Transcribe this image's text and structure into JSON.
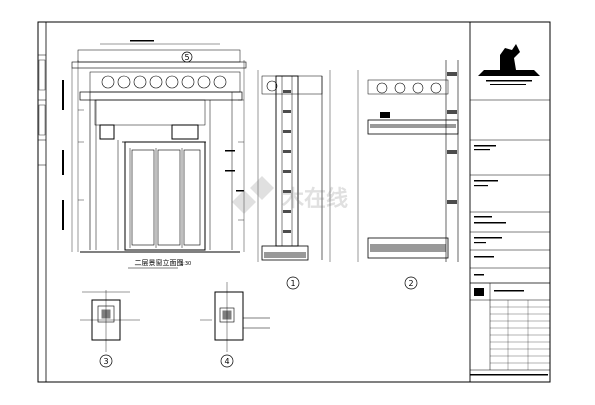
{
  "drawing": {
    "main_elevation_caption": "二层景窗立面图",
    "main_elevation_scale": "1:30",
    "watermark": "木在线",
    "detail_marks": [
      "1",
      "2",
      "3",
      "4",
      "5"
    ]
  },
  "title_block": {
    "logo": "company-logo-icon"
  }
}
